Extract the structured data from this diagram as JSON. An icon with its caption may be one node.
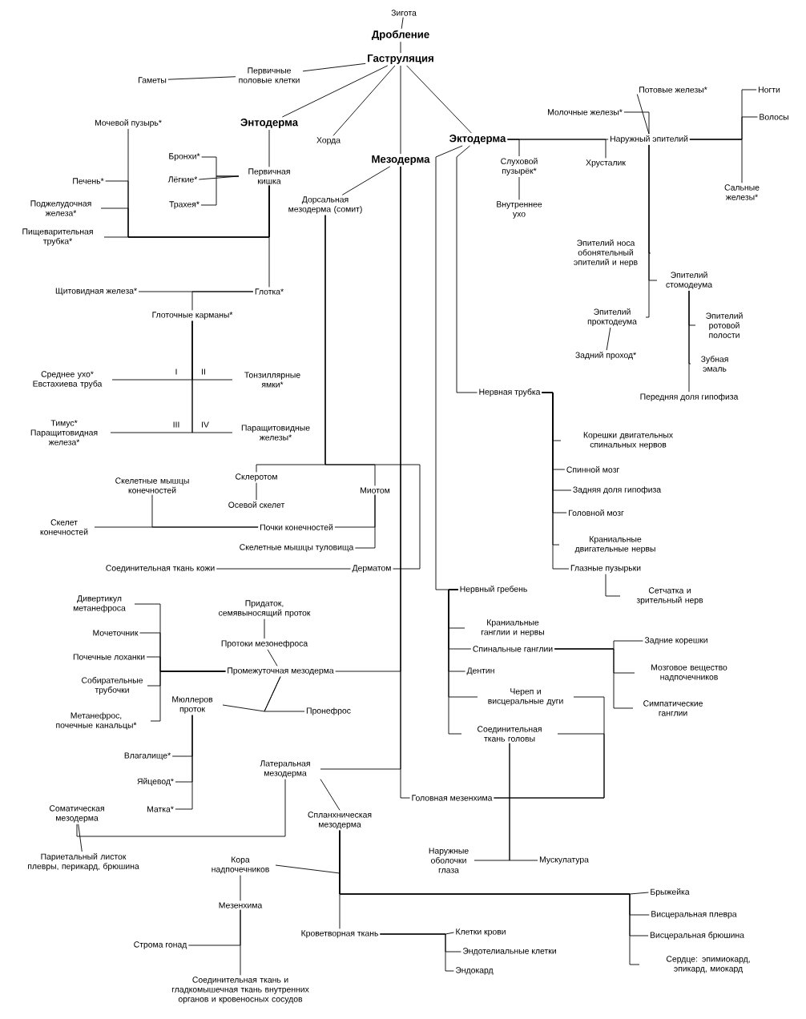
{
  "diagram": {
    "nodes": [
      {
        "text": [
          "Зигота"
        ]
      },
      {
        "text": [
          "Дробление"
        ]
      },
      {
        "text": [
          "Гаструляция"
        ]
      },
      {
        "text": [
          "Первичные половые клетки"
        ]
      },
      {
        "text": [
          "Гаметы"
        ]
      },
      {
        "text": [
          "Энтодерма"
        ]
      },
      {
        "text": [
          "Хорда"
        ]
      },
      {
        "text": [
          "Мезодерма"
        ]
      },
      {
        "text": [
          "Эктодерма"
        ]
      },
      {
        "text": [
          "Мочевой пузырь*"
        ]
      },
      {
        "text": [
          "Бронхи*"
        ]
      },
      {
        "text": [
          "Лёгкие*"
        ]
      },
      {
        "text": [
          "Трахея*"
        ]
      },
      {
        "text": [
          "Первичная кишка"
        ]
      },
      {
        "text": [
          "Печень*"
        ]
      },
      {
        "text": [
          "Поджелудочная железа*"
        ]
      },
      {
        "text": [
          "Пищеварительная трубка*"
        ]
      },
      {
        "text": [
          "Дорсальная мезодерма (сомит)"
        ]
      },
      {
        "text": [
          "Щитовидная железа*"
        ]
      },
      {
        "text": [
          "Глотка*"
        ]
      },
      {
        "text": [
          "Глоточные карманы*"
        ]
      },
      {
        "text": [
          "Среднее ухо* Евстахиева труба"
        ]
      },
      {
        "text": [
          "Тонзиллярные ямки*"
        ]
      },
      {
        "text": [
          "Тимус* Паращитовидная железа*"
        ]
      },
      {
        "text": [
          "Паращитовидные железы*"
        ]
      },
      {
        "text": [
          "Склеротом"
        ]
      },
      {
        "text": [
          "Миотом"
        ]
      },
      {
        "text": [
          "Скелетные мышцы конечностей"
        ]
      },
      {
        "text": [
          "Осевой скелет"
        ]
      },
      {
        "text": [
          "Скелет конечностей"
        ]
      },
      {
        "text": [
          "Почки конечностей"
        ]
      },
      {
        "text": [
          "Скелетные мышцы туловища"
        ]
      },
      {
        "text": [
          "Соединительная ткань кожи"
        ]
      },
      {
        "text": [
          "Дерматом"
        ]
      },
      {
        "text": [
          "Дивертикул метанефроса"
        ]
      },
      {
        "text": [
          "Мочеточник"
        ]
      },
      {
        "text": [
          "Почечные лоханки"
        ]
      },
      {
        "text": [
          "Собирательные трубочки"
        ]
      },
      {
        "text": [
          "Метанефрос, почечные канальцы*"
        ]
      },
      {
        "text": [
          "Придаток, семявыносящий проток"
        ]
      },
      {
        "text": [
          "Протоки мезонефроса"
        ]
      },
      {
        "text": [
          "Промежуточная мезодерма"
        ]
      },
      {
        "text": [
          "Мюллеров проток"
        ]
      },
      {
        "text": [
          "Пронефрос"
        ]
      },
      {
        "text": [
          "Влагалище*"
        ]
      },
      {
        "text": [
          "Яйцевод*"
        ]
      },
      {
        "text": [
          "Матка*"
        ]
      },
      {
        "text": [
          "Латеральная мезодерма"
        ]
      },
      {
        "text": [
          "Соматическая мезодерма"
        ]
      },
      {
        "text": [
          "Париетальный листок плевры, перикард, брюшина"
        ]
      },
      {
        "text": [
          "Спланхническая мезодерма"
        ]
      },
      {
        "text": [
          "Кора надпочечников"
        ]
      },
      {
        "text": [
          "Мезенхима"
        ]
      },
      {
        "text": [
          "Кроветворная ткань"
        ]
      },
      {
        "text": [
          "Строма гонад"
        ]
      },
      {
        "text": [
          "Соединительная ткань и гладкомышечная ткань внутренних органов и кровеносных сосудов"
        ]
      },
      {
        "text": [
          "Клетки крови"
        ]
      },
      {
        "text": [
          "Эндотелиальные клетки"
        ]
      },
      {
        "text": [
          "Эндокард"
        ]
      },
      {
        "text": [
          "Брыжейка"
        ]
      },
      {
        "text": [
          "Висцеральная плевра"
        ]
      },
      {
        "text": [
          "Висцеральная брюшина"
        ]
      },
      {
        "text": [
          "Сердце: эпимиокард, эпикард, миокард"
        ]
      },
      {
        "text": [
          "Потовые железы*"
        ]
      },
      {
        "text": [
          "Молочные железы*"
        ]
      },
      {
        "text": [
          "Наружный эпителий"
        ]
      },
      {
        "text": [
          "Ногти"
        ]
      },
      {
        "text": [
          "Волосы"
        ]
      },
      {
        "text": [
          "Сальные железы*"
        ]
      },
      {
        "text": [
          "Слуховой пузырёк*"
        ]
      },
      {
        "text": [
          "Хрусталик"
        ]
      },
      {
        "text": [
          "Внутреннее ухо"
        ]
      },
      {
        "text": [
          "Эпителий носа обонятельный эпителий и нерв"
        ]
      },
      {
        "text": [
          "Эпителий стомодеума"
        ]
      },
      {
        "text": [
          "Эпителий проктодеума"
        ]
      },
      {
        "text": [
          "Эпителий ротовой полости"
        ]
      },
      {
        "text": [
          "Зубная эмаль"
        ]
      },
      {
        "text": [
          "Задний проход*"
        ]
      },
      {
        "text": [
          "Передняя доля гипофиза"
        ]
      },
      {
        "text": [
          "Нервная трубка"
        ]
      },
      {
        "text": [
          "Корешки двигательных спинальных нервов"
        ]
      },
      {
        "text": [
          "Спинной мозг"
        ]
      },
      {
        "text": [
          "Задняя доля гипофиза"
        ]
      },
      {
        "text": [
          "Головной мозг"
        ]
      },
      {
        "text": [
          "Краниальные двигательные нервы"
        ]
      },
      {
        "text": [
          "Глазные пузырьки"
        ]
      },
      {
        "text": [
          "Сетчатка и зрительный нерв"
        ]
      },
      {
        "text": [
          "Нервный гребень"
        ]
      },
      {
        "text": [
          "Краниальные ганглии и нервы"
        ]
      },
      {
        "text": [
          "Спинальные ганглии"
        ]
      },
      {
        "text": [
          "Задние корешки"
        ]
      },
      {
        "text": [
          "Мозговое вещество надпочечников"
        ]
      },
      {
        "text": [
          "Симпатические ганглии"
        ]
      },
      {
        "text": [
          "Дентин"
        ]
      },
      {
        "text": [
          "Череп и висцеральные дуги"
        ]
      },
      {
        "text": [
          "Соединительная ткань головы"
        ]
      },
      {
        "text": [
          "Головная мезенхима"
        ]
      },
      {
        "text": [
          "Наружные оболочки глаза"
        ]
      },
      {
        "text": [
          "Мускулатура"
        ]
      }
    ],
    "edges": [
      {
        "from": 0,
        "to": 1,
        "arrow": "none"
      },
      {
        "from": 1,
        "to": 2,
        "arrow": "none"
      },
      {
        "from": 2,
        "to": 3,
        "arrow": "none"
      },
      {
        "from": 3,
        "to": 4,
        "arrow": "none"
      },
      {
        "from": 2,
        "to": 5,
        "arrow": "none"
      },
      {
        "from": 2,
        "to": 6,
        "arrow": "none"
      },
      {
        "from": 2,
        "to": 7,
        "arrow": "none"
      },
      {
        "from": 2,
        "to": 8,
        "arrow": "none"
      },
      {
        "from": 5,
        "to": 13,
        "arrow": "none"
      },
      {
        "from": 13,
        "to": 10,
        "arrow": "none"
      },
      {
        "from": 13,
        "to": 11,
        "arrow": "none"
      },
      {
        "from": 13,
        "to": 12,
        "arrow": "none"
      },
      {
        "from": 13,
        "to": 19,
        "arrow": "none"
      },
      {
        "from": 13,
        "to": 16,
        "arrow": "none"
      },
      {
        "from": 13,
        "to": 9,
        "arrow": "none"
      },
      {
        "from": 13,
        "to": 14,
        "arrow": "none"
      },
      {
        "from": 13,
        "to": 15,
        "arrow": "none"
      },
      {
        "from": 7,
        "to": 17,
        "arrow": "none"
      },
      {
        "from": 17,
        "to": 25,
        "arrow": "none"
      },
      {
        "from": 17,
        "to": 26,
        "arrow": "none"
      },
      {
        "from": 17,
        "to": 33,
        "arrow": "none"
      },
      {
        "from": 25,
        "to": 28,
        "arrow": "none"
      },
      {
        "from": 26,
        "to": 30,
        "arrow": "none"
      },
      {
        "from": 26,
        "to": 31,
        "arrow": "none"
      },
      {
        "from": 30,
        "to": 29,
        "arrow": "none"
      },
      {
        "from": 30,
        "to": 27,
        "arrow": "none"
      },
      {
        "from": 33,
        "to": 32,
        "arrow": "none"
      },
      {
        "from": 19,
        "to": 18,
        "arrow": "none"
      },
      {
        "from": 19,
        "to": 20,
        "arrow": "none"
      },
      {
        "from": 20,
        "to": 21,
        "arrow": "none"
      },
      {
        "from": 20,
        "to": 22,
        "arrow": "none"
      },
      {
        "from": 20,
        "to": 23,
        "arrow": "none"
      },
      {
        "from": 20,
        "to": 24,
        "arrow": "none"
      },
      {
        "from": 7,
        "to": 41,
        "arrow": "none"
      },
      {
        "from": 7,
        "to": 47,
        "arrow": "none"
      },
      {
        "from": 41,
        "to": 40,
        "arrow": "none"
      },
      {
        "from": 40,
        "to": 39,
        "arrow": "none"
      },
      {
        "from": 41,
        "to": 42,
        "arrow": "none"
      },
      {
        "from": 41,
        "to": 43,
        "arrow": "none"
      },
      {
        "from": 41,
        "to": 34,
        "arrow": "none"
      },
      {
        "from": 41,
        "to": 35,
        "arrow": "none"
      },
      {
        "from": 41,
        "to": 36,
        "arrow": "none"
      },
      {
        "from": 41,
        "to": 37,
        "arrow": "none"
      },
      {
        "from": 41,
        "to": 38,
        "arrow": "none"
      },
      {
        "from": 42,
        "to": 44,
        "arrow": "none"
      },
      {
        "from": 42,
        "to": 45,
        "arrow": "none"
      },
      {
        "from": 42,
        "to": 46,
        "arrow": "none"
      },
      {
        "from": 47,
        "to": 48,
        "arrow": "none"
      },
      {
        "from": 48,
        "to": 49,
        "arrow": "none"
      },
      {
        "from": 47,
        "to": 50,
        "arrow": "none"
      },
      {
        "from": 50,
        "to": 51,
        "arrow": "none"
      },
      {
        "from": 51,
        "to": 52,
        "arrow": "none"
      },
      {
        "from": 50,
        "to": 53,
        "arrow": "none"
      },
      {
        "from": 50,
        "to": 59,
        "arrow": "none"
      },
      {
        "from": 50,
        "to": 60,
        "arrow": "none"
      },
      {
        "from": 50,
        "to": 61,
        "arrow": "none"
      },
      {
        "from": 50,
        "to": 62,
        "arrow": "none"
      },
      {
        "from": 53,
        "to": 56,
        "arrow": "none"
      },
      {
        "from": 53,
        "to": 57,
        "arrow": "none"
      },
      {
        "from": 53,
        "to": 58,
        "arrow": "none"
      },
      {
        "from": 52,
        "to": 54,
        "arrow": "none"
      },
      {
        "from": 52,
        "to": 55,
        "arrow": "none"
      },
      {
        "from": 7,
        "to": 96,
        "arrow": "none"
      },
      {
        "from": 96,
        "to": 94,
        "arrow": "none"
      },
      {
        "from": 96,
        "to": 95,
        "arrow": "none"
      },
      {
        "from": 95,
        "to": 97,
        "arrow": "none"
      },
      {
        "from": 95,
        "to": 98,
        "arrow": "none"
      },
      {
        "from": 8,
        "to": 87,
        "arrow": "none"
      },
      {
        "from": 8,
        "to": 79,
        "arrow": "none"
      },
      {
        "from": 8,
        "to": 69,
        "arrow": "none"
      },
      {
        "from": 8,
        "to": 70,
        "arrow": "none"
      },
      {
        "from": 8,
        "to": 65,
        "arrow": "none"
      },
      {
        "from": 65,
        "to": 63,
        "arrow": "none"
      },
      {
        "from": 65,
        "to": 64,
        "arrow": "none"
      },
      {
        "from": 65,
        "to": 72,
        "arrow": "none"
      },
      {
        "from": 65,
        "to": 74,
        "arrow": "none"
      },
      {
        "from": 65,
        "to": 73,
        "arrow": "none"
      },
      {
        "from": 65,
        "to": 66,
        "arrow": "none"
      },
      {
        "from": 65,
        "to": 67,
        "arrow": "none"
      },
      {
        "from": 65,
        "to": 68,
        "arrow": "none"
      },
      {
        "from": 69,
        "to": 71,
        "arrow": "none"
      },
      {
        "from": 74,
        "to": 77,
        "arrow": "none"
      },
      {
        "from": 73,
        "to": 75,
        "arrow": "none"
      },
      {
        "from": 73,
        "to": 76,
        "arrow": "none"
      },
      {
        "from": 73,
        "to": 78,
        "arrow": "none"
      },
      {
        "from": 79,
        "to": 80,
        "arrow": "none"
      },
      {
        "from": 79,
        "to": 81,
        "arrow": "none"
      },
      {
        "from": 79,
        "to": 82,
        "arrow": "none"
      },
      {
        "from": 79,
        "to": 83,
        "arrow": "none"
      },
      {
        "from": 79,
        "to": 84,
        "arrow": "none"
      },
      {
        "from": 79,
        "to": 85,
        "arrow": "none"
      },
      {
        "from": 85,
        "to": 86,
        "arrow": "none"
      },
      {
        "from": 87,
        "to": 88,
        "arrow": "none"
      },
      {
        "from": 87,
        "to": 89,
        "arrow": "none"
      },
      {
        "from": 87,
        "to": 93,
        "arrow": "none"
      },
      {
        "from": 87,
        "to": 94,
        "arrow": "none"
      },
      {
        "from": 87,
        "to": 95,
        "arrow": "none"
      },
      {
        "from": 89,
        "to": 90,
        "arrow": "none"
      },
      {
        "from": 89,
        "to": 91,
        "arrow": "none"
      },
      {
        "from": 89,
        "to": 92,
        "arrow": "none"
      }
    ],
    "labels": [
      "I",
      "II",
      "III",
      "IV"
    ]
  }
}
